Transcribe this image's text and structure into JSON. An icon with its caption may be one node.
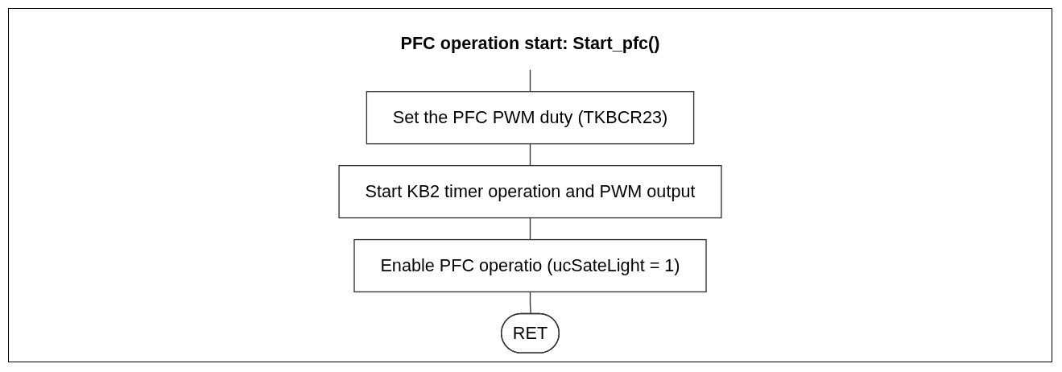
{
  "diagram": {
    "nodes": [
      {
        "text": [
          "PFC operation start: Start_pfc()"
        ]
      },
      {
        "text": [
          "Set the PFC PWM duty (TKBCR23)"
        ]
      },
      {
        "text": [
          "Start KB2 timer operation and PWM output"
        ]
      },
      {
        "text": [
          "Enable PFC operatio (ucSateLight = 1)"
        ]
      },
      {
        "text": [
          "RET"
        ]
      }
    ],
    "edges": [
      {
        "from": 0,
        "to": 1,
        "arrow": "none"
      },
      {
        "from": 1,
        "to": 2,
        "arrow": "none"
      },
      {
        "from": 2,
        "to": 3,
        "arrow": "none"
      },
      {
        "from": 3,
        "to": 4,
        "arrow": "none"
      }
    ]
  }
}
